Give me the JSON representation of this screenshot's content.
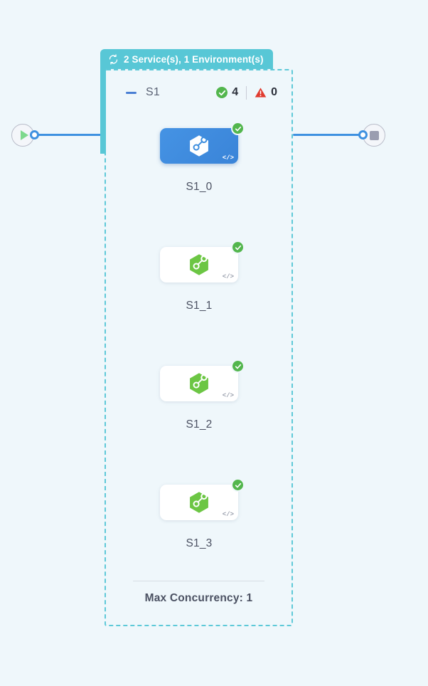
{
  "canvas": {
    "background_color": "#eff7fb"
  },
  "group": {
    "tab": {
      "icon": "refresh-loop-icon",
      "label": "2 Service(s), 1 Environment(s)",
      "color": "#58c7d6"
    },
    "border_color": "#5ec9d8",
    "footer": {
      "max_concurrency_label": "Max Concurrency: 1"
    }
  },
  "service": {
    "collapse_icon": "minus-icon",
    "name": "S1",
    "status": {
      "ok_icon": "check-circle-icon",
      "ok_count": "4",
      "warn_icon": "warning-triangle-icon",
      "warn_count": "0",
      "ok_color": "#53b64d",
      "warn_color": "#e03b2f"
    }
  },
  "terminals": {
    "start": {
      "icon": "play-icon",
      "color": "#7ed98d"
    },
    "end": {
      "icon": "stop-icon",
      "color": "#9a9db0"
    }
  },
  "edges": {
    "color": "#3e91e0"
  },
  "tasks": [
    {
      "label": "S1_0",
      "selected": true,
      "hex_color": "#ffffff",
      "card_color": "#3e8ede",
      "status_icon": "check-circle-icon",
      "code_icon": "</>"
    },
    {
      "label": "S1_1",
      "selected": false,
      "hex_color": "#6cc644",
      "card_color": "#ffffff",
      "status_icon": "check-circle-icon",
      "code_icon": "</>"
    },
    {
      "label": "S1_2",
      "selected": false,
      "hex_color": "#6cc644",
      "card_color": "#ffffff",
      "status_icon": "check-circle-icon",
      "code_icon": "</>"
    },
    {
      "label": "S1_3",
      "selected": false,
      "hex_color": "#6cc644",
      "card_color": "#ffffff",
      "status_icon": "check-circle-icon",
      "code_icon": "</>"
    }
  ]
}
